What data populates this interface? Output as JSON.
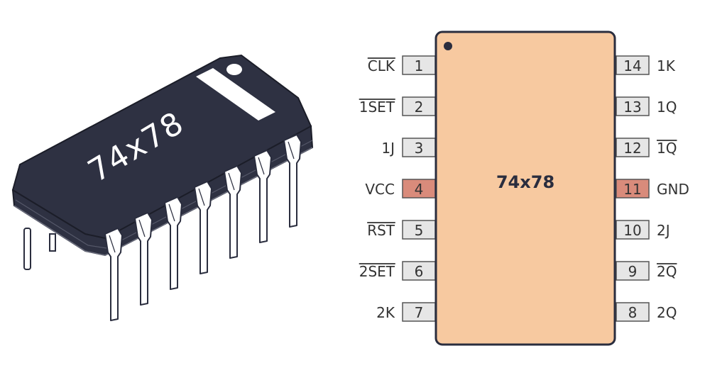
{
  "chip_label": "74x78",
  "package_marking": "74x78",
  "colors": {
    "body_fill": "#f7c9a0",
    "body_stroke": "#2a2d3e",
    "pin_fill": "#e6e6e6",
    "pin_power_fill": "#d98b7b",
    "package_dark": "#2e3142",
    "lead_fill": "#ffffff"
  },
  "left_pins": [
    {
      "number": "1",
      "name": "CLK",
      "overline": true,
      "power": false
    },
    {
      "number": "2",
      "name": "1SET",
      "overline": true,
      "power": false
    },
    {
      "number": "3",
      "name": "1J",
      "overline": false,
      "power": false
    },
    {
      "number": "4",
      "name": "VCC",
      "overline": false,
      "power": true
    },
    {
      "number": "5",
      "name": "RST",
      "overline": true,
      "power": false
    },
    {
      "number": "6",
      "name": "2SET",
      "overline": true,
      "power": false
    },
    {
      "number": "7",
      "name": "2K",
      "overline": false,
      "power": false
    }
  ],
  "right_pins": [
    {
      "number": "14",
      "name": "1K",
      "overline": false,
      "power": false
    },
    {
      "number": "13",
      "name": "1Q",
      "overline": false,
      "power": false
    },
    {
      "number": "12",
      "name": "1Q",
      "overline": true,
      "power": false
    },
    {
      "number": "11",
      "name": "GND",
      "overline": false,
      "power": true
    },
    {
      "number": "10",
      "name": "2J",
      "overline": false,
      "power": false
    },
    {
      "number": "9",
      "name": "2Q",
      "overline": true,
      "power": false
    },
    {
      "number": "8",
      "name": "2Q",
      "overline": false,
      "power": false
    }
  ]
}
